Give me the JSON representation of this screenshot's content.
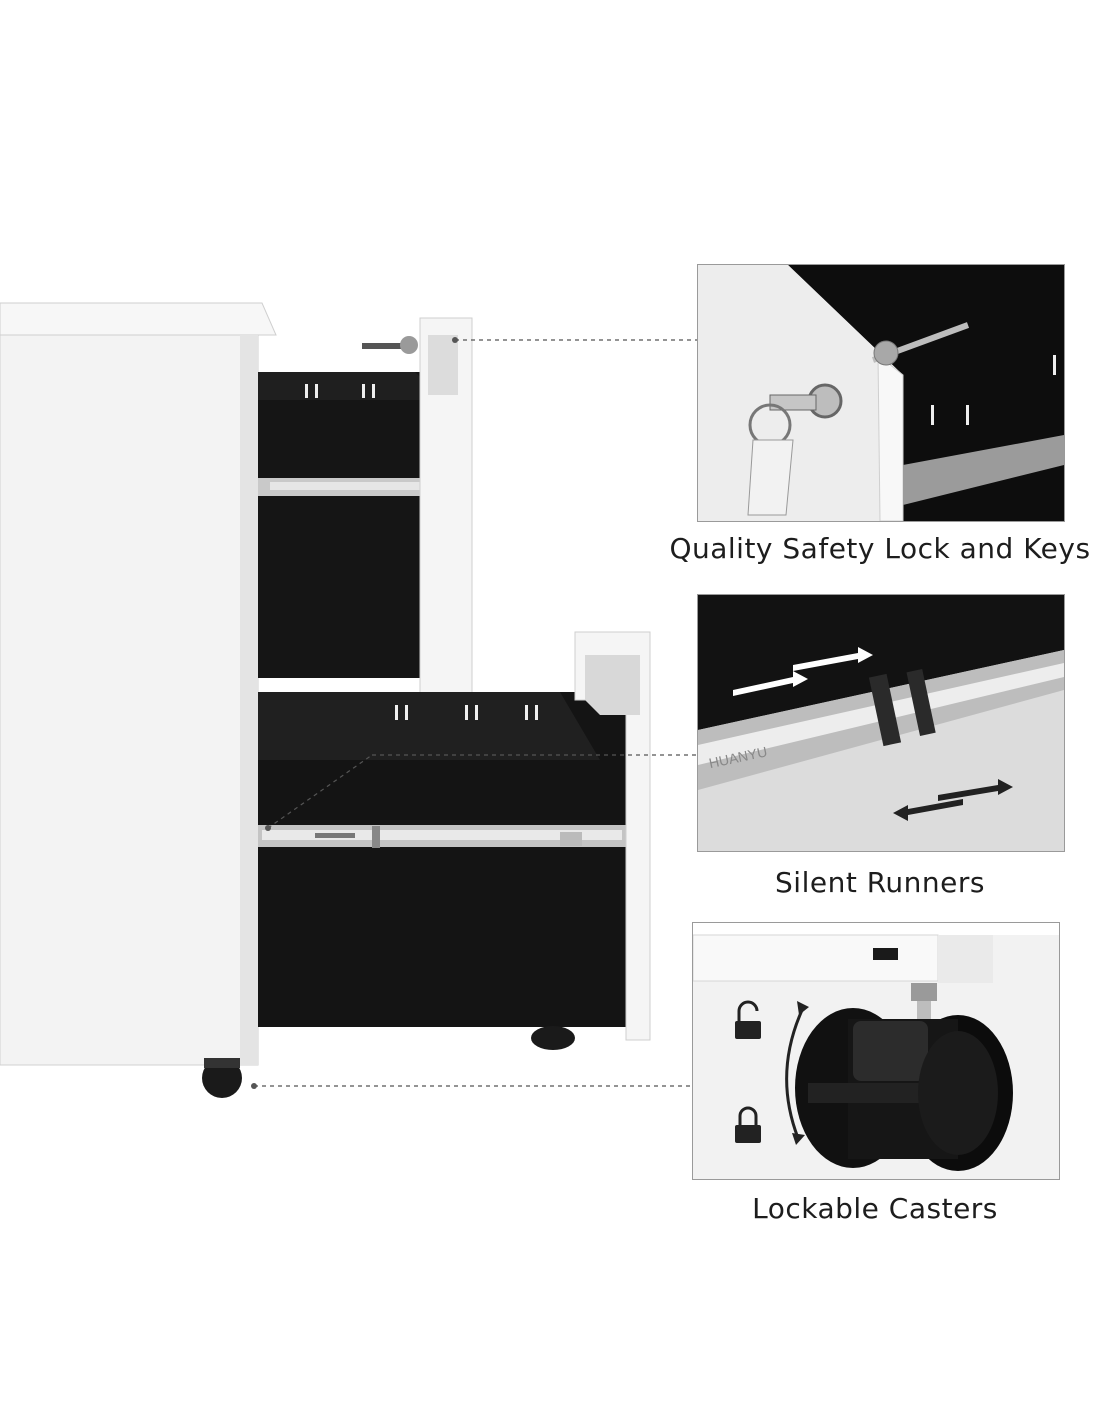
{
  "features": [
    {
      "caption": "Quality Safety Lock and Keys",
      "image": "lock-and-keys-closeup"
    },
    {
      "caption": "Silent Runners",
      "image": "drawer-runner-closeup"
    },
    {
      "caption": "Lockable Casters",
      "image": "locking-caster-closeup"
    }
  ],
  "runner_brand_mark": "HUANYU",
  "colors": {
    "cabinet": "#f4f4f4",
    "drawer_interior": "#141414",
    "leader_line": "#555555",
    "caption_text": "#1d1d1d"
  }
}
